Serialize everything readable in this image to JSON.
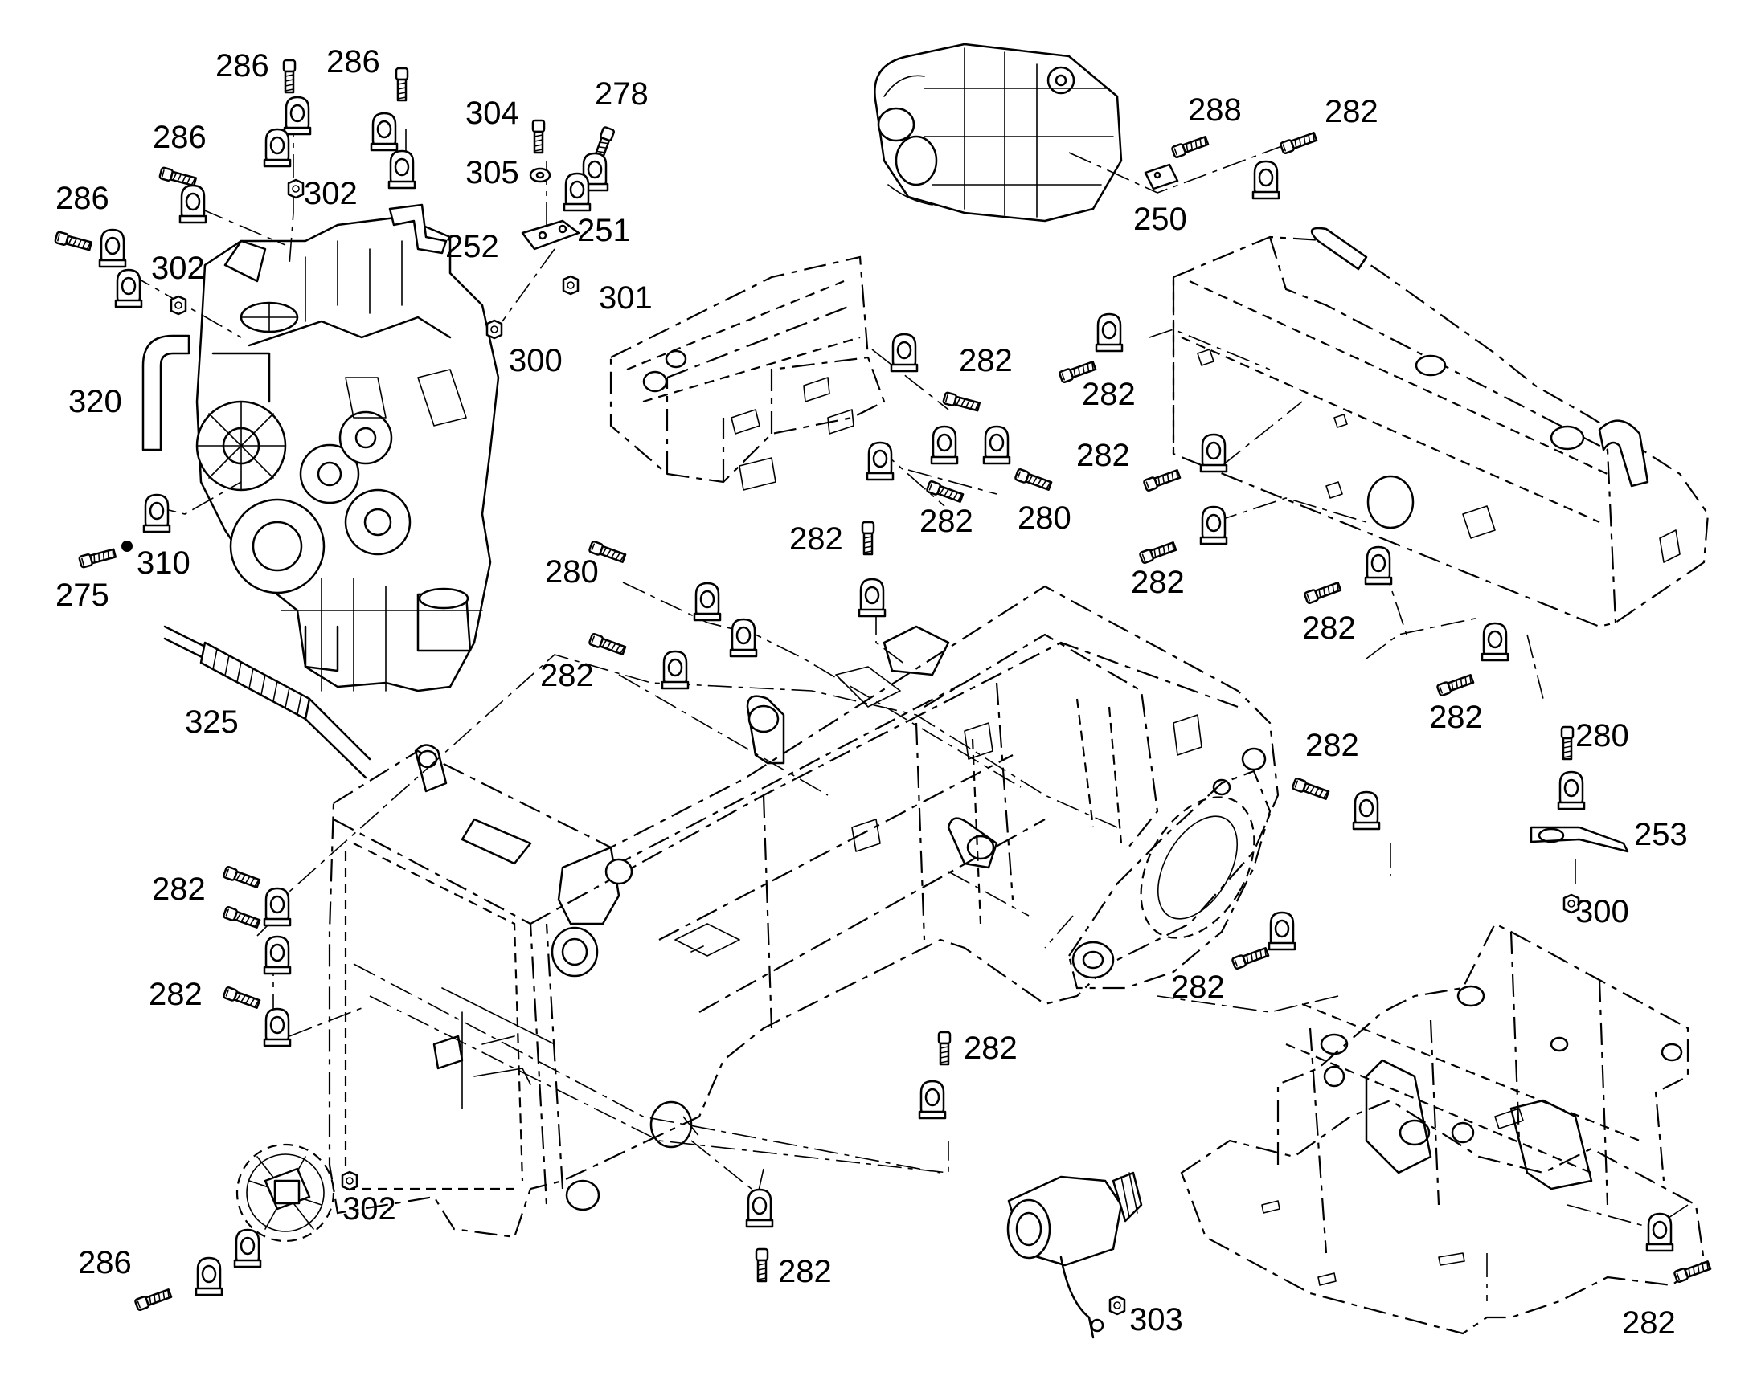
{
  "labels": {
    "l286a": "286",
    "l286b": "286",
    "l286c": "286",
    "l286d": "286",
    "l286e": "286",
    "l304": "304",
    "l278": "278",
    "l305": "305",
    "l302a": "302",
    "l302b": "302",
    "l302c": "302",
    "l252": "252",
    "l251": "251",
    "l301": "301",
    "l300a": "300",
    "l300b": "300",
    "l320": "320",
    "l310": "310",
    "l275": "275",
    "l325": "325",
    "l288": "288",
    "l282_top": "282",
    "l250": "250",
    "l282_a": "282",
    "l282_b": "282",
    "l280_a": "280",
    "l282_c": "282",
    "l280_b": "280",
    "l282_d": "282",
    "l282_e": "282",
    "l282_f": "282",
    "l282_g": "282",
    "l282_h": "282",
    "l282_i": "282",
    "l282_j": "282",
    "l280_c": "280",
    "l253": "253",
    "l282_k": "282",
    "l282_l": "282",
    "l282_m": "282",
    "l282_n": "282",
    "l282_o": "282",
    "l282_p": "282",
    "l303": "303"
  }
}
